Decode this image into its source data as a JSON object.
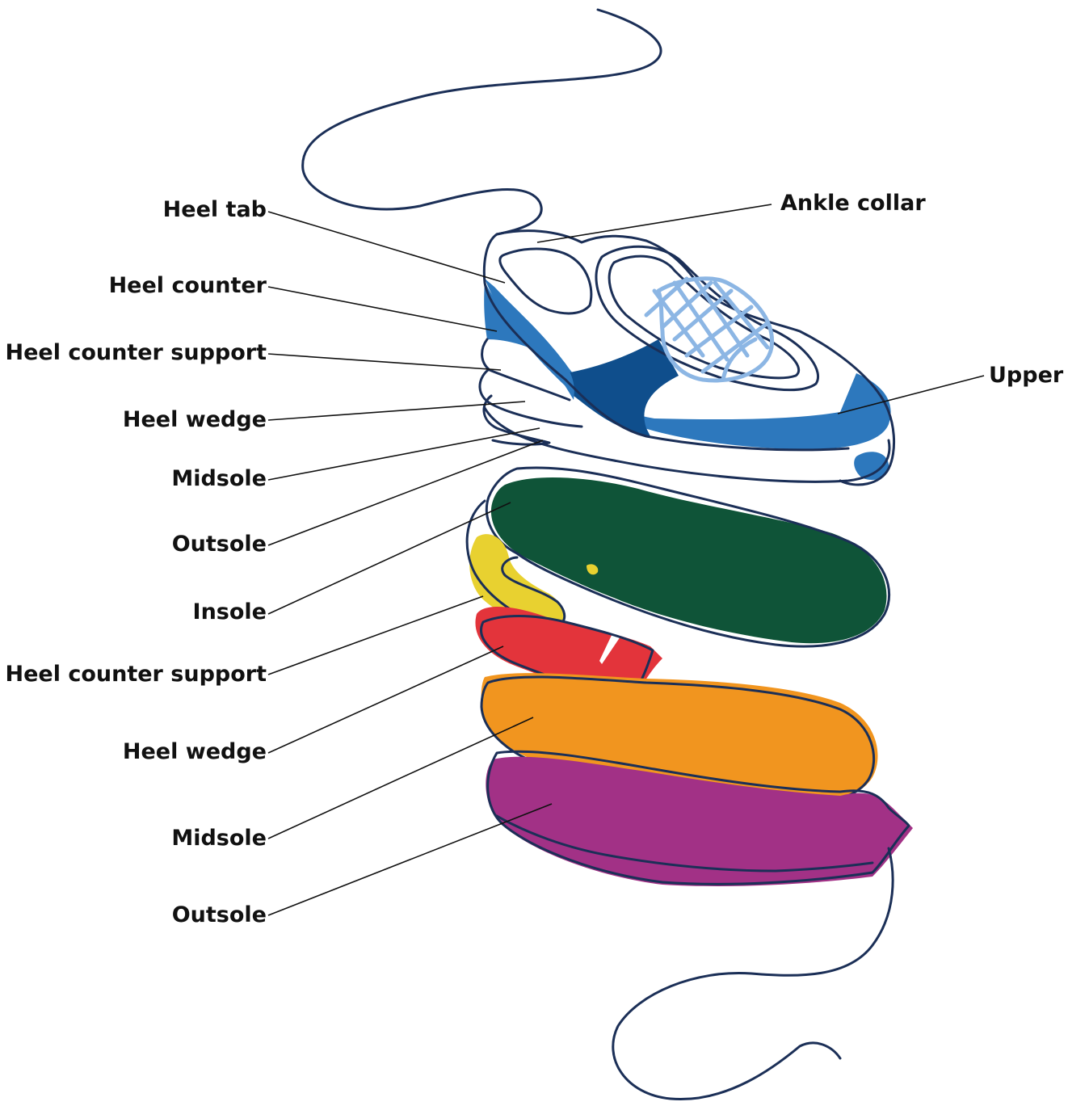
{
  "colors": {
    "outline": "#1b2f57",
    "shoe_blue": "#2d78bd",
    "shoe_dark_blue": "#0f4e8c",
    "laces": "#8cb6e4",
    "insole": "#0f5438",
    "heel_counter_support": "#e8d130",
    "heel_wedge": "#e3343b",
    "midsole": "#f1951f",
    "outsole": "#a23186"
  },
  "labels": {
    "heel_tab": "Heel tab",
    "ankle_collar": "Ankle collar",
    "heel_counter": "Heel counter",
    "heel_counter_support_top": "Heel counter support",
    "upper": "Upper",
    "heel_wedge_top": "Heel wedge",
    "midsole_top": "Midsole",
    "outsole_top": "Outsole",
    "insole": "Insole",
    "heel_counter_support_bottom": "Heel counter support",
    "heel_wedge_bottom": "Heel wedge",
    "midsole_bottom": "Midsole",
    "outsole_bottom": "Outsole"
  }
}
